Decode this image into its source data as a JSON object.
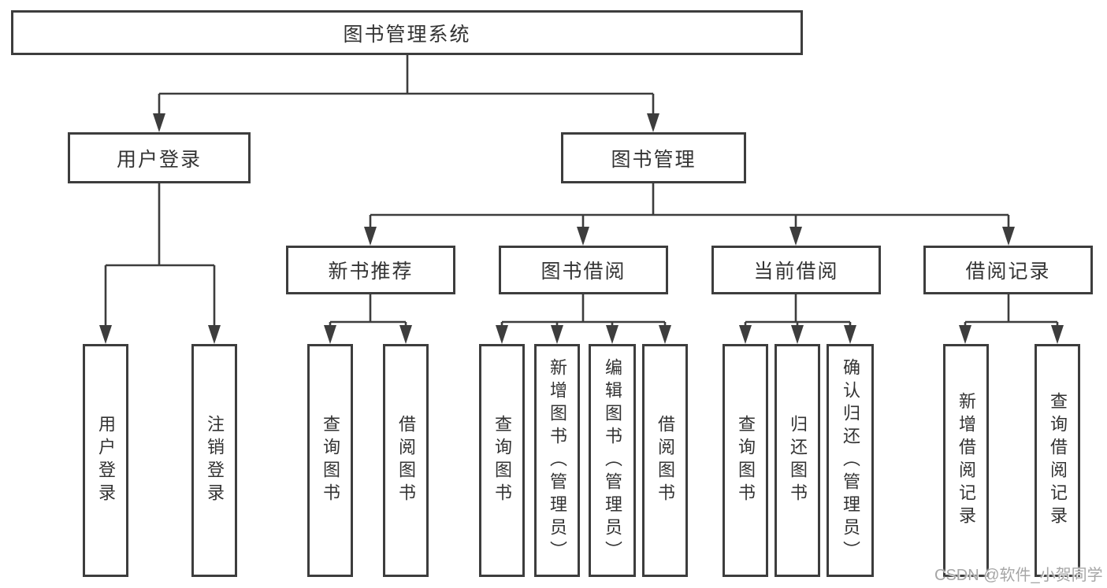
{
  "diagram": {
    "root": {
      "label": "图书管理系统"
    },
    "user_login": {
      "label": "用户登录",
      "children": {
        "login": {
          "label": "用户登录"
        },
        "logout": {
          "label": "注销登录"
        }
      }
    },
    "book_management": {
      "label": "图书管理",
      "children": {
        "new_book_recommend": {
          "label": "新书推荐",
          "children": {
            "query_books": {
              "label": "查询图书"
            },
            "borrow_books": {
              "label": "借阅图书"
            }
          }
        },
        "book_borrowing": {
          "label": "图书借阅",
          "children": {
            "query_books": {
              "label": "查询图书"
            },
            "add_books": {
              "label": "新增图书（管理员）"
            },
            "edit_books": {
              "label": "编辑图书（管理员）"
            },
            "borrow_books": {
              "label": "借阅图书"
            }
          }
        },
        "current_borrowing": {
          "label": "当前借阅",
          "children": {
            "query_books": {
              "label": "查询图书"
            },
            "return_books": {
              "label": "归还图书"
            },
            "confirm_return": {
              "label": "确认归还（管理员）"
            }
          }
        },
        "borrowing_records": {
          "label": "借阅记录",
          "children": {
            "add_record": {
              "label": "新增借阅记录"
            },
            "query_record": {
              "label": "查询借阅记录"
            }
          }
        }
      }
    },
    "watermark": {
      "text": "CSDN @软件_小贺同学"
    },
    "colors": {
      "line": "#3d3d3d",
      "text": "#333333",
      "watermark": "#a6a6a6",
      "background": "#ffffff"
    }
  }
}
